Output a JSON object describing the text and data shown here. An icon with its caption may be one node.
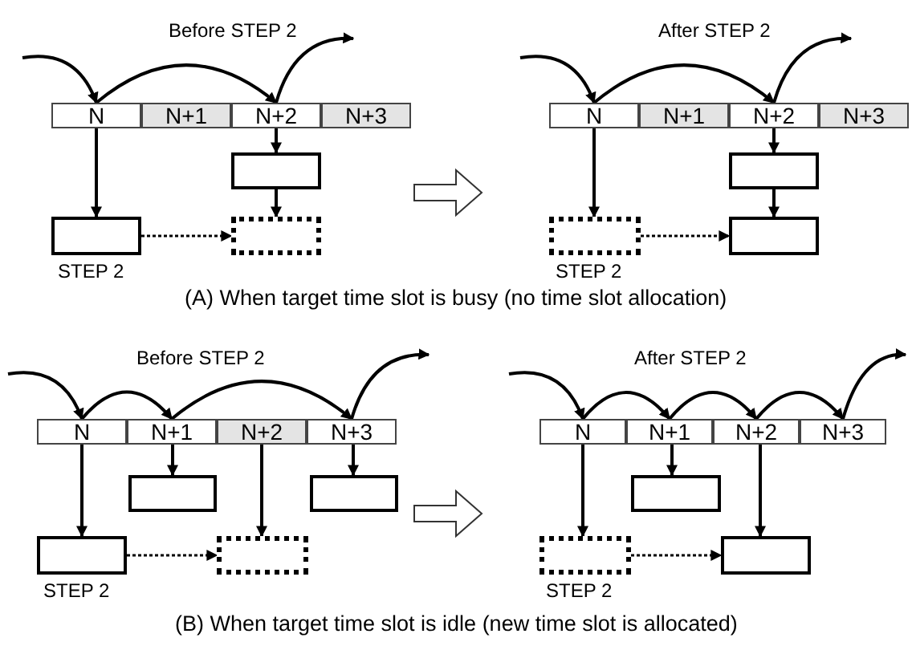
{
  "diagram": {
    "nodes": [
      {
        "text": [
          "N"
        ]
      },
      {
        "text": [
          "N+1"
        ]
      },
      {
        "text": [
          "N+2"
        ]
      },
      {
        "text": [
          "N+3"
        ]
      },
      {
        "text": [],
        "shape": "box"
      },
      {
        "text": [],
        "shape": "box",
        "beside": [
          "STEP 2"
        ]
      },
      {
        "text": [],
        "shape": "box"
      },
      {
        "text": [
          "N"
        ]
      },
      {
        "text": [
          "N+1"
        ]
      },
      {
        "text": [
          "N+2"
        ]
      },
      {
        "text": [
          "N+3"
        ]
      },
      {
        "text": [],
        "shape": "box"
      },
      {
        "text": [],
        "shape": "box",
        "beside": [
          "STEP 2"
        ]
      },
      {
        "text": [],
        "shape": "box"
      },
      {
        "text": [
          "N"
        ]
      },
      {
        "text": [
          "N+1"
        ]
      },
      {
        "text": [
          "N+2"
        ]
      },
      {
        "text": [
          "N+3"
        ]
      },
      {
        "text": [],
        "shape": "box"
      },
      {
        "text": [],
        "shape": "box"
      },
      {
        "text": [],
        "shape": "box",
        "beside": [
          "STEP 2"
        ]
      },
      {
        "text": [],
        "shape": "box"
      },
      {
        "text": [
          "N"
        ]
      },
      {
        "text": [
          "N+1"
        ]
      },
      {
        "text": [
          "N+2"
        ]
      },
      {
        "text": [
          "N+3"
        ]
      },
      {
        "text": [],
        "shape": "box"
      },
      {
        "text": [],
        "shape": "box",
        "beside": [
          "STEP 2"
        ]
      },
      {
        "text": [],
        "shape": "box"
      }
    ],
    "edges": [
      {
        "from": null,
        "to": 0,
        "arrow": "to"
      },
      {
        "from": 0,
        "to": 2,
        "arrow": "to"
      },
      {
        "from": 2,
        "to": null,
        "arrow": "to"
      },
      {
        "from": 0,
        "to": 5,
        "arrow": "to"
      },
      {
        "from": 2,
        "to": 4,
        "arrow": "to"
      },
      {
        "from": 4,
        "to": 6,
        "arrow": "to"
      },
      {
        "from": 5,
        "to": 6,
        "arrow": "to",
        "style": "dashed"
      },
      {
        "from": null,
        "to": 7,
        "arrow": "to"
      },
      {
        "from": 7,
        "to": 9,
        "arrow": "to"
      },
      {
        "from": 9,
        "to": null,
        "arrow": "to"
      },
      {
        "from": 7,
        "to": 12,
        "arrow": "to"
      },
      {
        "from": 9,
        "to": 11,
        "arrow": "to"
      },
      {
        "from": 11,
        "to": 13,
        "arrow": "to"
      },
      {
        "from": 12,
        "to": 13,
        "arrow": "to",
        "style": "dashed"
      },
      {
        "from": null,
        "to": 14,
        "arrow": "to"
      },
      {
        "from": 14,
        "to": 15,
        "arrow": "to"
      },
      {
        "from": 15,
        "to": 17,
        "arrow": "to"
      },
      {
        "from": 17,
        "to": null,
        "arrow": "to"
      },
      {
        "from": 14,
        "to": 20,
        "arrow": "to"
      },
      {
        "from": 15,
        "to": 18,
        "arrow": "to"
      },
      {
        "from": 17,
        "to": 19,
        "arrow": "to"
      },
      {
        "from": 16,
        "to": 21,
        "arrow": "to"
      },
      {
        "from": 20,
        "to": 21,
        "arrow": "to",
        "style": "dashed"
      },
      {
        "from": null,
        "to": 22,
        "arrow": "to"
      },
      {
        "from": 22,
        "to": 23,
        "arrow": "to"
      },
      {
        "from": 23,
        "to": 24,
        "arrow": "to"
      },
      {
        "from": 24,
        "to": 25,
        "arrow": "to"
      },
      {
        "from": 25,
        "to": null,
        "arrow": "to"
      },
      {
        "from": 22,
        "to": 27,
        "arrow": "to"
      },
      {
        "from": 23,
        "to": 26,
        "arrow": "to"
      },
      {
        "from": 24,
        "to": 28,
        "arrow": "to"
      },
      {
        "from": 27,
        "to": 28,
        "arrow": "to",
        "style": "dashed"
      }
    ],
    "labels": [
      "Before STEP 2",
      "After STEP 2",
      "(A) When target time slot is busy (no time slot allocation)",
      "Before STEP 2",
      "After STEP 2",
      "(B) When target time slot is idle (new time slot is allocated)"
    ]
  }
}
